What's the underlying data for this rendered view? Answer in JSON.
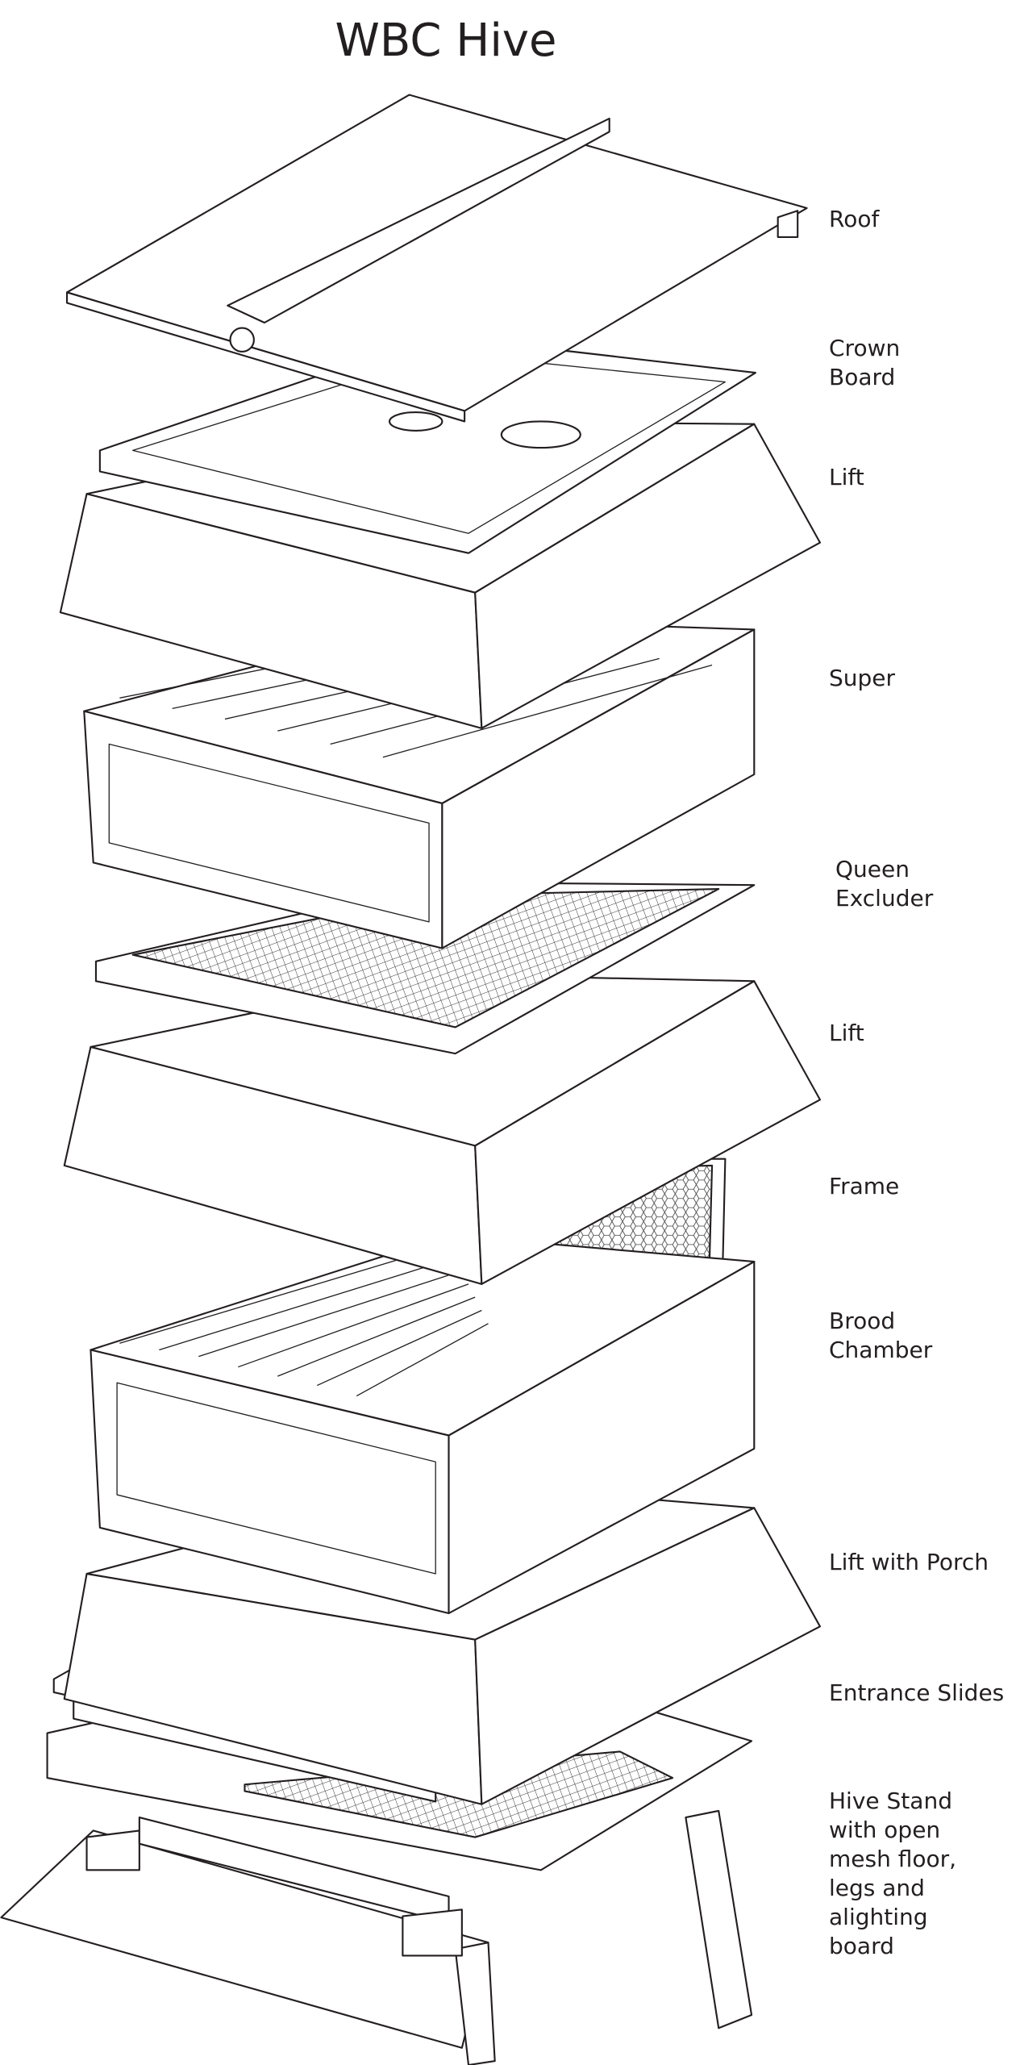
{
  "title": "WBC Hive",
  "labels": {
    "roof": "Roof",
    "crown_board": "Crown\nBoard",
    "lift_top": "Lift",
    "super": "Super",
    "queen_excluder": "Queen\nExcluder",
    "lift_middle": "Lift",
    "frame": "Frame",
    "brood_chamber": "Brood\nChamber",
    "lift_with_porch": "Lift with Porch",
    "entrance_slides": "Entrance Slides",
    "hive_stand": "Hive Stand\nwith open\nmesh floor,\nlegs and\nalighting\nboard"
  }
}
